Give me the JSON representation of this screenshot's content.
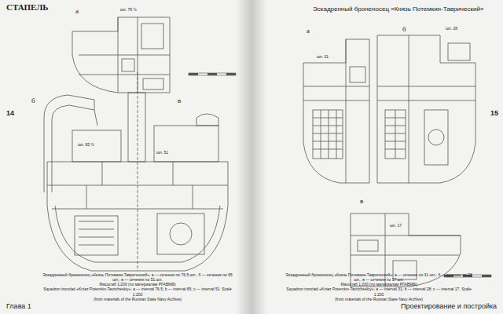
{
  "diagram": {
    "labels": [
      "СТАПЕЛЬ",
      "14",
      "а",
      "шп. 76 ½",
      "б",
      "шп. 65 ½",
      "в",
      "шп. 51",
      "Эскадренный броненосец «Князь Потемкин-Таврический»: а — сечение по 76,5 шп.; б — сечение по 65 шп.; в — сечение по 51 шп.",
      "Масштаб 1:200 (по материалам РГАВМФ)",
      "Squadron ironclad «Kniaz Potemkin-Tavricheskiy»: a — interval 76.5; b — interval 65; c — interval 51. Scale 1:200",
      "(from materials of the Russian State Navy Archive)",
      "Глава 1",
      "Эскадренный броненосец «Князь Потемкин-Таврический»",
      "15",
      "а",
      "шп. 31",
      "б",
      "шп. 28",
      "в",
      "шп. 17",
      "Эскадренный броненосец «Князь Потемкин-Таврический»: а — сечение по 31 шп.; б — сечение по 28 шп.; в — сечение по 17 шп.",
      "Масштаб 1:200 (по материалам РГАВМФ)",
      "Squadron ironclad «Kniaz Potemkin-Tavricheskiy»: a — interval 31; b — interval 28; c — interval 17. Scale 1:200",
      "(from materials of the Russian State Navy Archive)",
      "Проектирование и постройка"
    ]
  }
}
